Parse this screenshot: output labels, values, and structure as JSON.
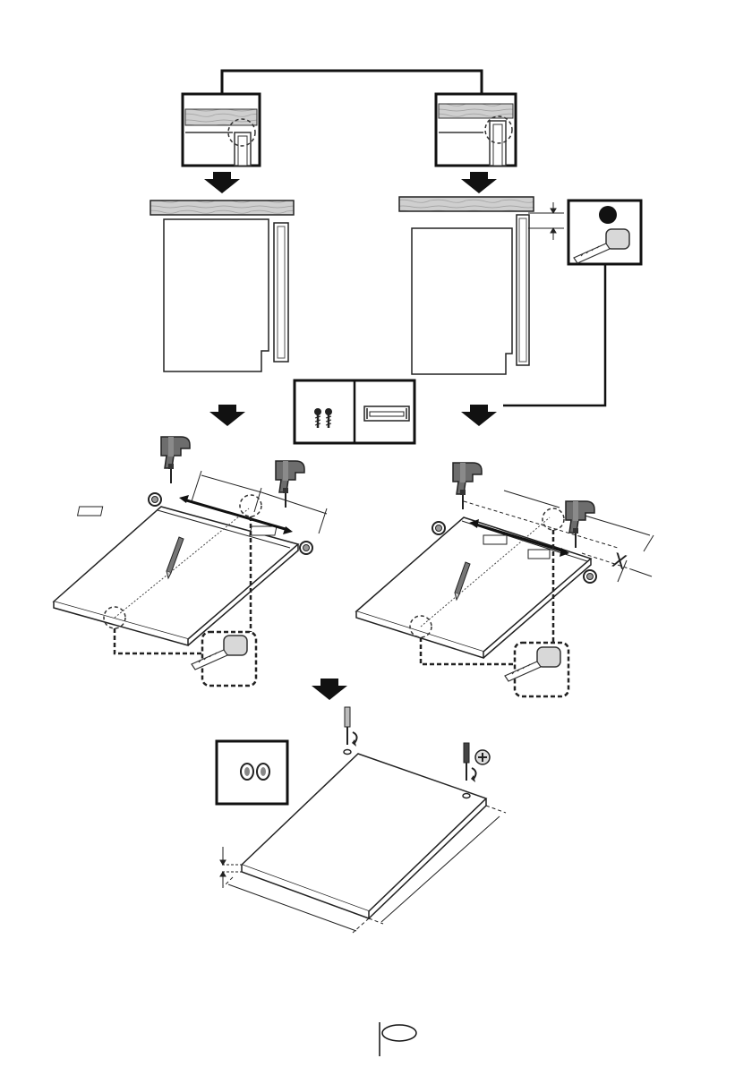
{
  "diagram": {
    "steps": [
      {
        "id": "flush-top"
      },
      {
        "id": "offset-top"
      },
      {
        "id": "drill-flush"
      },
      {
        "id": "drill-offset"
      },
      {
        "id": "mount-panel"
      }
    ],
    "dimension_label": "X",
    "hardware": {
      "screws": "screw-pair-icon",
      "bracket": "mounting-bracket-icon",
      "plugs": "plug-pair-icon",
      "screwdriver_tip": "phillips-icon"
    },
    "language_badge": ""
  }
}
